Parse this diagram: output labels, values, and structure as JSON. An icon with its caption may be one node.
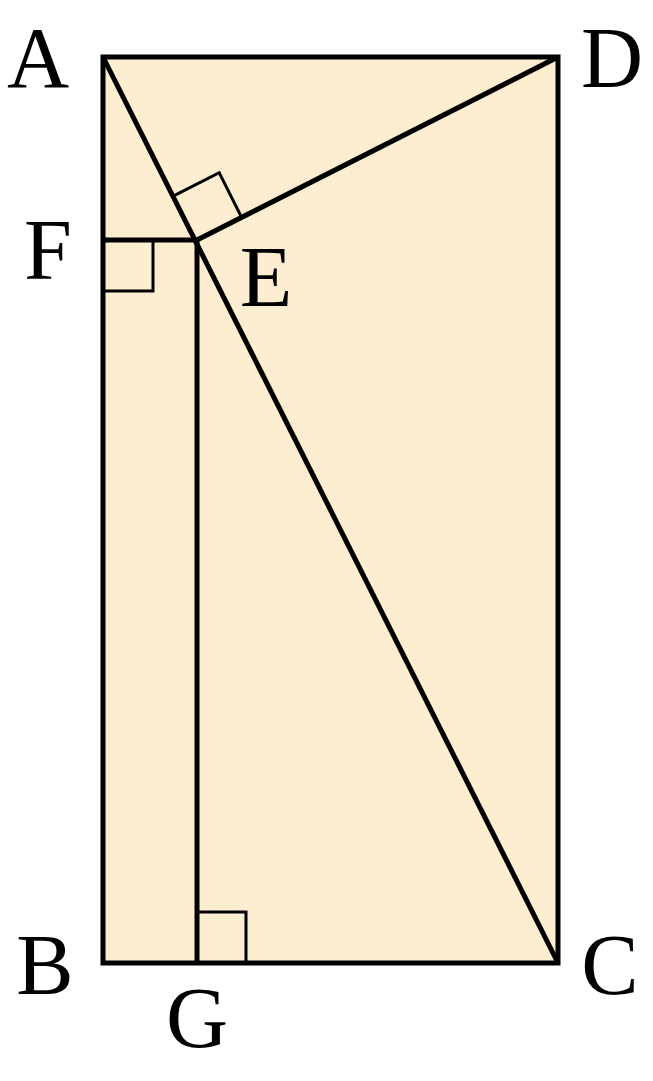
{
  "diagram": {
    "labels": [
      "A",
      "D",
      "F",
      "E",
      "B",
      "C",
      "G"
    ]
  }
}
